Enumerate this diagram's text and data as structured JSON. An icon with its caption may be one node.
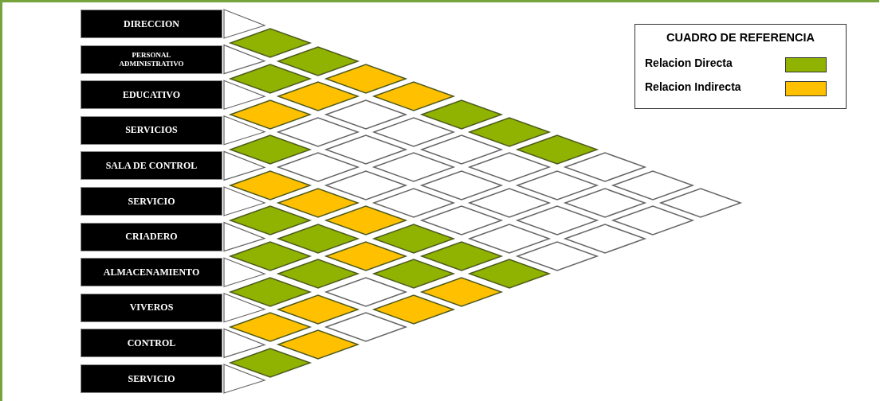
{
  "diagram": {
    "nodes": [
      {
        "text": [
          "DIRECCION"
        ]
      },
      {
        "text": [
          "PERSONAL ADMINISTRATIVO"
        ]
      },
      {
        "text": [
          "EDUCATIVO"
        ]
      },
      {
        "text": [
          "SERVICIOS"
        ]
      },
      {
        "text": [
          "SALA DE CONTROL"
        ]
      },
      {
        "text": [
          "SERVICIO"
        ]
      },
      {
        "text": [
          "CRIADERO"
        ]
      },
      {
        "text": [
          "ALMACENAMIENTO"
        ]
      },
      {
        "text": [
          "VIVEROS"
        ]
      },
      {
        "text": [
          "CONTROL"
        ]
      },
      {
        "text": [
          "SERVICIO"
        ]
      },
      {
        "text": [],
        "shape": "diamond"
      },
      {
        "text": [],
        "shape": "diamond"
      },
      {
        "text": [],
        "shape": "diamond"
      },
      {
        "text": [],
        "shape": "diamond"
      },
      {
        "text": [],
        "shape": "diamond"
      },
      {
        "text": [],
        "shape": "diamond"
      },
      {
        "text": [],
        "shape": "diamond"
      },
      {
        "text": [],
        "shape": "diamond"
      },
      {
        "text": [],
        "shape": "diamond"
      },
      {
        "text": [],
        "shape": "diamond"
      },
      {
        "text": [],
        "shape": "diamond"
      },
      {
        "text": [],
        "shape": "diamond"
      },
      {
        "text": [],
        "shape": "diamond"
      },
      {
        "text": [],
        "shape": "diamond"
      },
      {
        "text": [],
        "shape": "diamond"
      },
      {
        "text": [],
        "shape": "diamond"
      },
      {
        "text": [],
        "shape": "diamond"
      },
      {
        "text": [],
        "shape": "diamond"
      },
      {
        "text": [],
        "shape": "diamond"
      },
      {
        "text": [],
        "shape": "diamond"
      },
      {
        "text": [],
        "shape": "diamond"
      },
      {
        "text": [],
        "shape": "diamond"
      },
      {
        "text": [],
        "shape": "diamond"
      },
      {
        "text": [],
        "shape": "diamond"
      },
      {
        "text": [],
        "shape": "diamond"
      },
      {
        "text": [],
        "shape": "diamond"
      },
      {
        "text": [],
        "shape": "diamond"
      },
      {
        "text": [],
        "shape": "diamond"
      },
      {
        "text": [],
        "shape": "diamond"
      },
      {
        "text": [],
        "shape": "diamond"
      },
      {
        "text": [],
        "shape": "diamond"
      },
      {
        "text": [],
        "shape": "diamond"
      },
      {
        "text": [],
        "shape": "diamond"
      },
      {
        "text": [],
        "shape": "diamond"
      },
      {
        "text": [],
        "shape": "diamond"
      },
      {
        "text": [],
        "shape": "diamond"
      },
      {
        "text": [],
        "shape": "diamond"
      },
      {
        "text": [],
        "shape": "diamond"
      },
      {
        "text": [],
        "shape": "diamond"
      },
      {
        "text": [],
        "shape": "diamond"
      },
      {
        "text": [],
        "shape": "diamond"
      },
      {
        "text": [],
        "shape": "diamond"
      },
      {
        "text": [],
        "shape": "diamond"
      },
      {
        "text": [],
        "shape": "diamond"
      },
      {
        "text": [],
        "shape": "diamond"
      },
      {
        "text": [],
        "shape": "diamond"
      },
      {
        "text": [],
        "shape": "diamond"
      },
      {
        "text": [],
        "shape": "diamond"
      },
      {
        "text": [],
        "shape": "diamond"
      },
      {
        "text": [],
        "shape": "diamond"
      },
      {
        "text": [],
        "shape": "diamond"
      },
      {
        "text": [],
        "shape": "diamond"
      },
      {
        "text": [],
        "shape": "diamond"
      },
      {
        "text": [],
        "shape": "diamond"
      },
      {
        "text": [],
        "shape": "diamond"
      }
    ],
    "labels": [
      "CUADRO DE REFERENCIA"
    ],
    "legend": [
      {
        "text": "Relacion Directa",
        "color": "#8fb300"
      },
      {
        "text": "Relacion Indirecta",
        "color": "#ffc000"
      }
    ]
  }
}
